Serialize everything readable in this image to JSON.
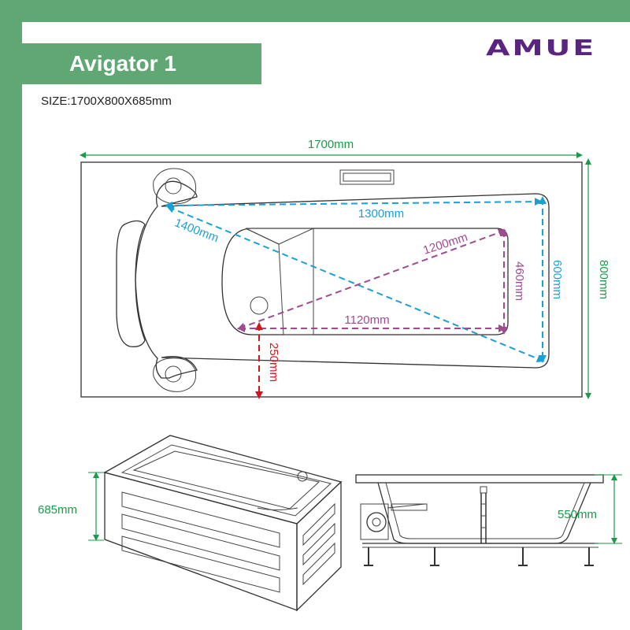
{
  "header": {
    "title": "Avigator 1",
    "size_label": "SIZE:1700X800X685mm",
    "brand_logo": "AMUE"
  },
  "colors": {
    "frame_green": "#5fa874",
    "dimension_green": "#1a9a4a",
    "dimension_blue": "#1aa0d8",
    "dimension_purple": "#a04a90",
    "dimension_red": "#d01820",
    "logo_purple": "#5a2580"
  },
  "dimensions": {
    "overall_length": "1700mm",
    "overall_width": "800mm",
    "inner_length_top": "1300mm",
    "inner_diagonal_long": "1400mm",
    "inner_width": "600mm",
    "bottom_diagonal": "1200mm",
    "bottom_width": "460mm",
    "bottom_length": "1120mm",
    "water_depth": "250mm",
    "overall_height": "685mm",
    "inner_depth": "550mm"
  }
}
